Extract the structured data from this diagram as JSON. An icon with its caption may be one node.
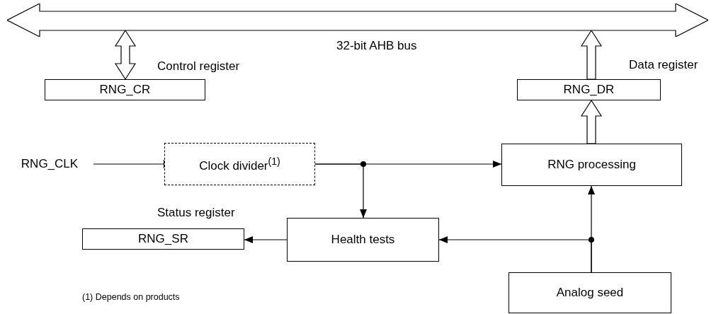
{
  "diagram": {
    "nodes": [
      {
        "text": [
          "32-bit AHB bus"
        ]
      },
      {
        "text": [
          "RNG_CR"
        ],
        "beside": [
          "Control register"
        ]
      },
      {
        "text": [
          "RNG_DR"
        ],
        "beside": [
          "Data register"
        ]
      },
      {
        "text": [
          "RNG_CLK"
        ]
      },
      {
        "text": [
          "Clock divider$^{(1)}$"
        ]
      },
      {
        "text": [
          "RNG processing"
        ]
      },
      {
        "text": [
          "RNG_SR"
        ],
        "beside": [
          "Status register"
        ]
      },
      {
        "text": [
          "Health tests"
        ]
      },
      {
        "text": [
          "Analog seed"
        ]
      }
    ],
    "edges": [
      {
        "from": 0,
        "to": 1,
        "arrow": "both",
        "style": "thick"
      },
      {
        "from": 2,
        "to": 0,
        "arrow": "to",
        "style": "thick"
      },
      {
        "from": 5,
        "to": 2,
        "arrow": "to",
        "style": "thick"
      },
      {
        "from": 3,
        "to": 4,
        "arrow": "other"
      },
      {
        "from": 4,
        "to": 5,
        "arrow": "to"
      },
      {
        "from": 4,
        "to": 7,
        "arrow": "to"
      },
      {
        "from": 7,
        "to": 6,
        "arrow": "to"
      },
      {
        "from": 8,
        "to": 5,
        "arrow": "to"
      },
      {
        "from": 8,
        "to": 7,
        "arrow": "to"
      }
    ],
    "labels": [
      "(1) Depends on products"
    ]
  }
}
